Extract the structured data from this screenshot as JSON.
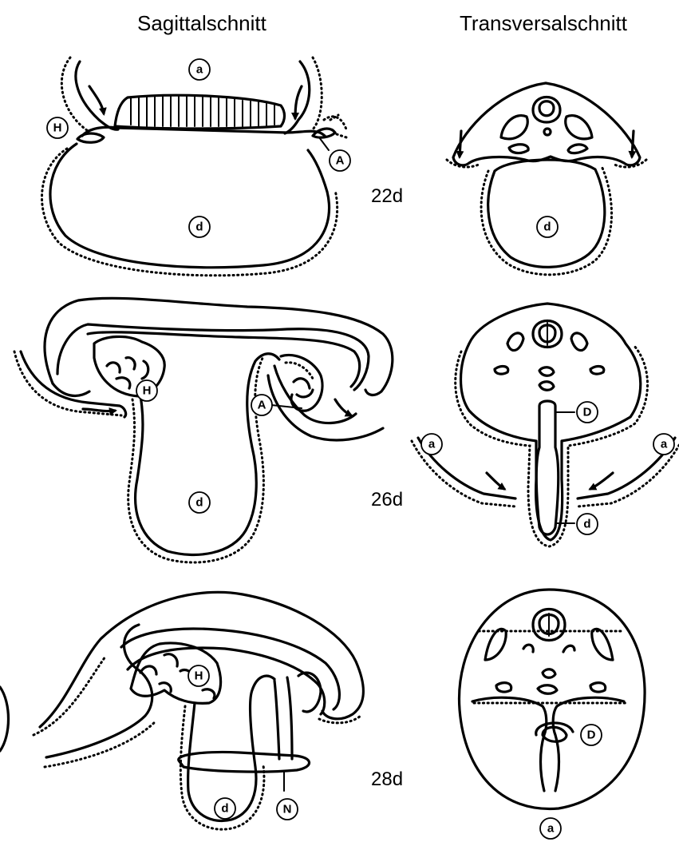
{
  "titles": {
    "sagittal": "Sagittalschnitt",
    "transversal": "Transversalschnitt"
  },
  "ages": {
    "d22": "22d",
    "d26": "26d",
    "d28": "28d"
  },
  "labels": {
    "a": "a",
    "d": "d",
    "H": "H",
    "A": "A",
    "D": "D",
    "N": "N"
  }
}
